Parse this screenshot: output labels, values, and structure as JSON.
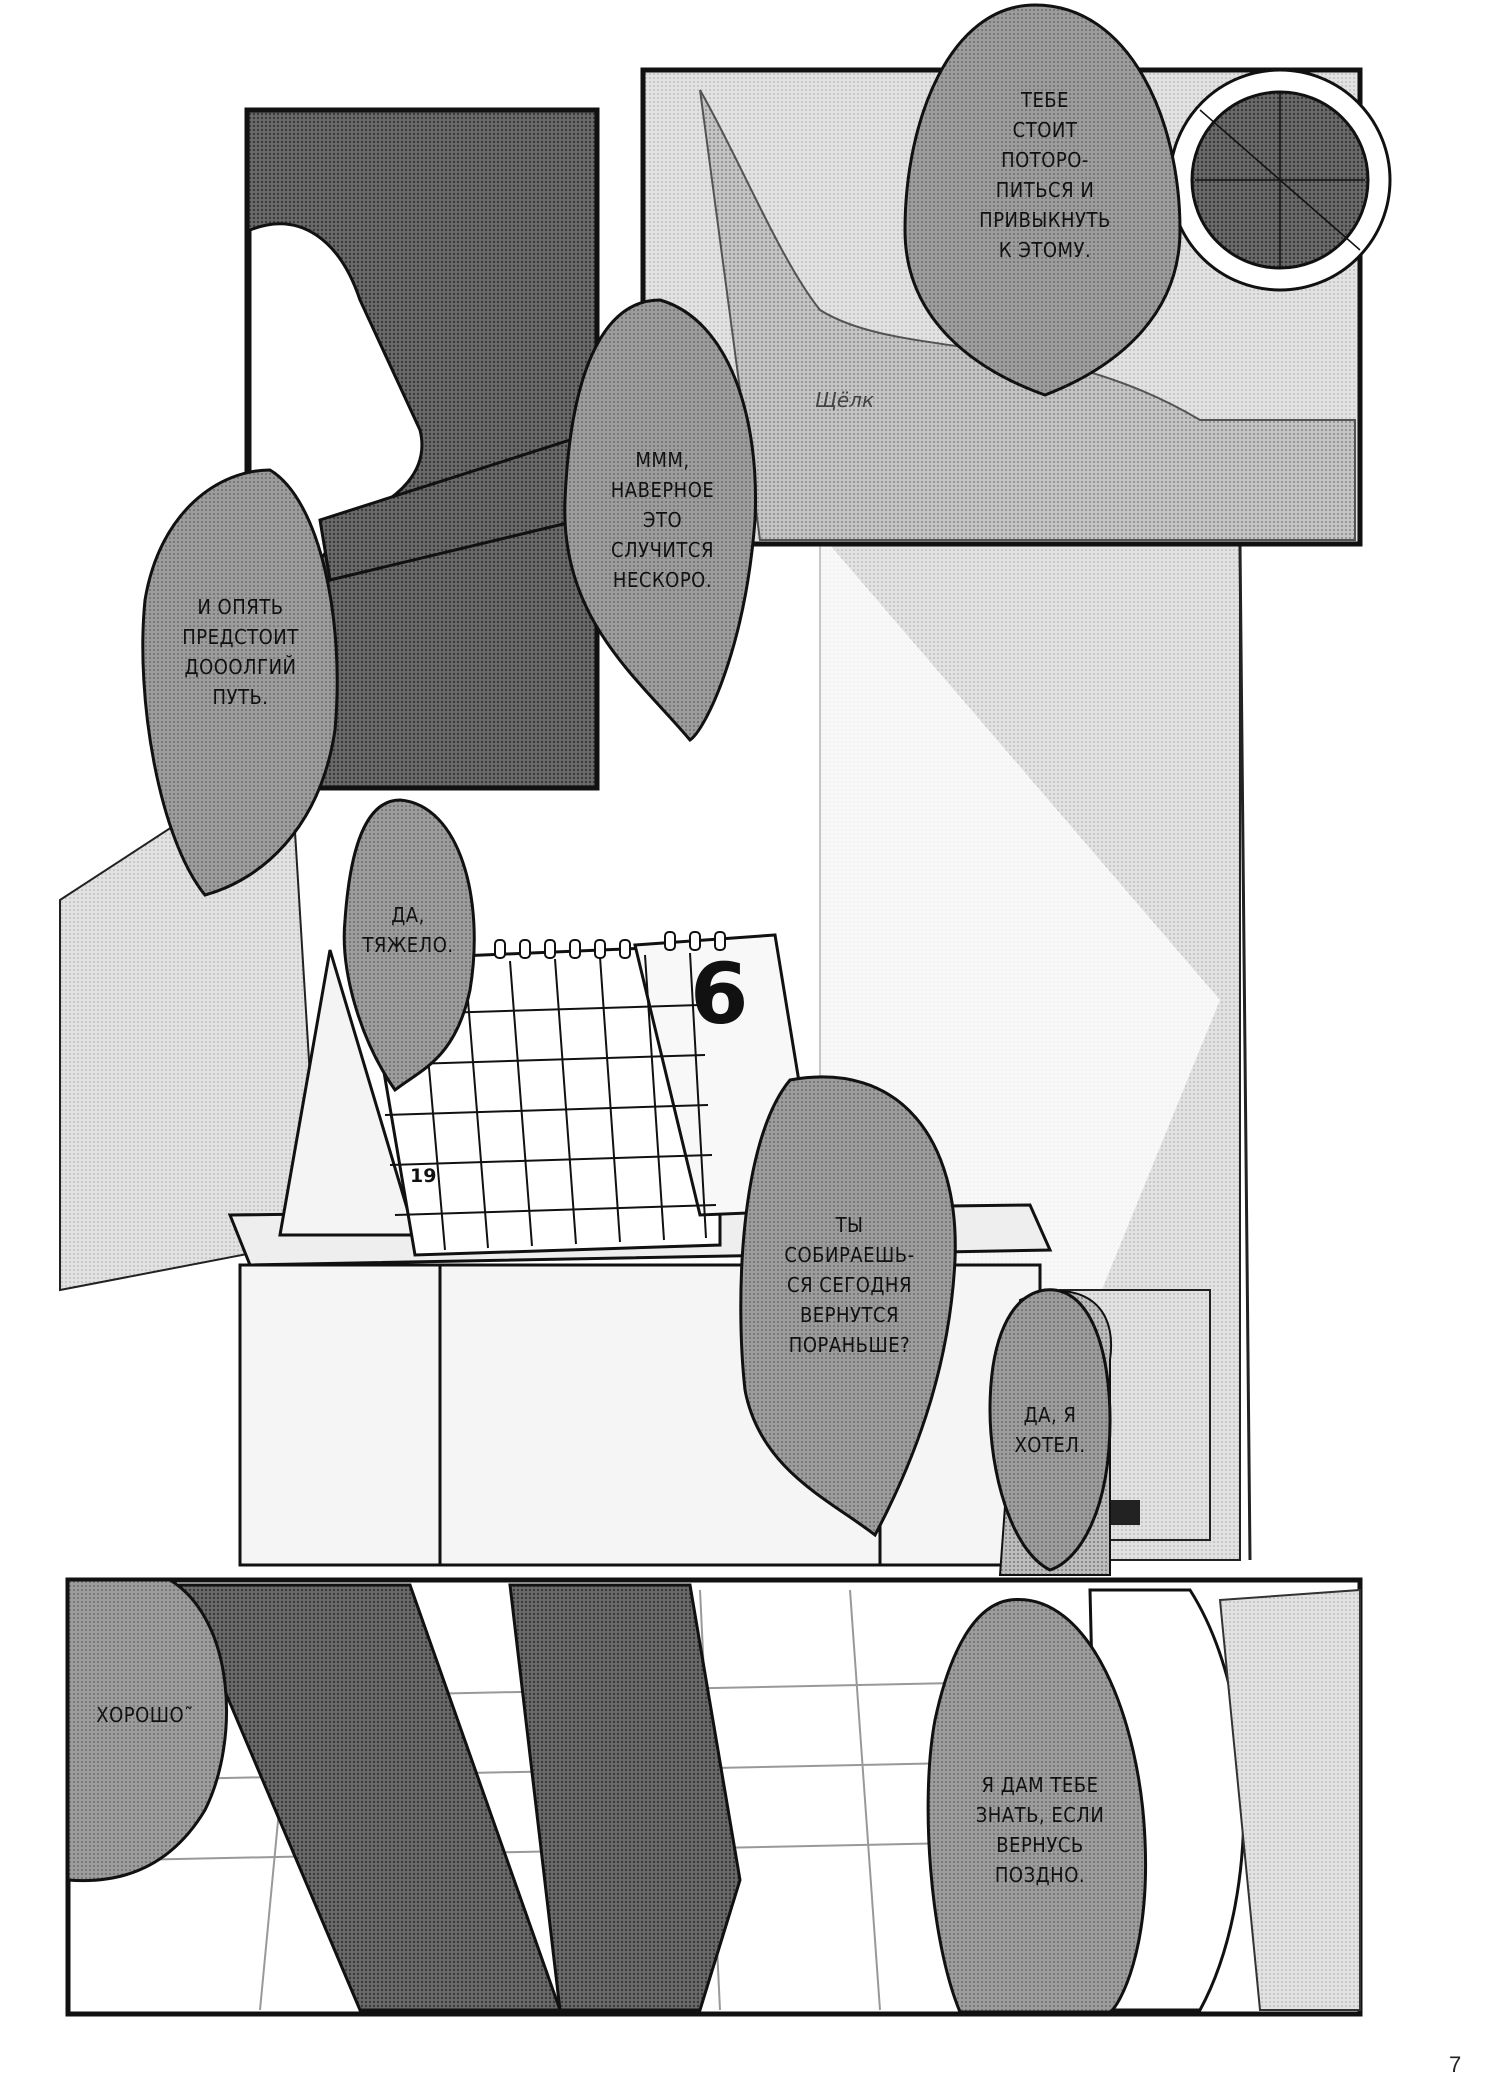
{
  "page": {
    "number": "7",
    "sound_effect": "Щёлк"
  },
  "calendar": {
    "month": "6",
    "date": "19"
  },
  "bubbles": [
    {
      "id": "b1",
      "text": "ТЕБЕ\nСТОИТ\nПОТОРО-\nПИТЬСЯ И\nПРИВЫКНУТЬ\nК ЭТОМУ."
    },
    {
      "id": "b2",
      "text": "МММ,\nНАВЕРНОЕ\nЭТО\nСЛУЧИТСЯ\nНЕСКОРО."
    },
    {
      "id": "b3",
      "text": "И ОПЯТЬ\nПРЕДСТОИТ\nДОООЛГИЙ\nПУТЬ."
    },
    {
      "id": "b4",
      "text": "ДА,\nТЯЖЕЛО."
    },
    {
      "id": "b5",
      "text": "ТЫ\nСОБИРАЕШЬ-\nСЯ СЕГОДНЯ\nВЕРНУТСЯ\nПОРАНЬШЕ?"
    },
    {
      "id": "b6",
      "text": "ДА, Я\nХОТЕЛ."
    },
    {
      "id": "b7",
      "text": "ХОРОШО˜"
    },
    {
      "id": "b8",
      "text": "Я ДАМ ТЕБЕ\nЗНАТЬ, ЕСЛИ\nВЕРНУСЬ\nПОЗДНО."
    }
  ],
  "colors": {
    "ink": "#111111",
    "screentone_dark": "#555555",
    "screentone_mid": "#9a9a9a",
    "screentone_light": "#d4d4d4",
    "bubble_fill": "#8c8c8c",
    "paper": "#ffffff"
  }
}
